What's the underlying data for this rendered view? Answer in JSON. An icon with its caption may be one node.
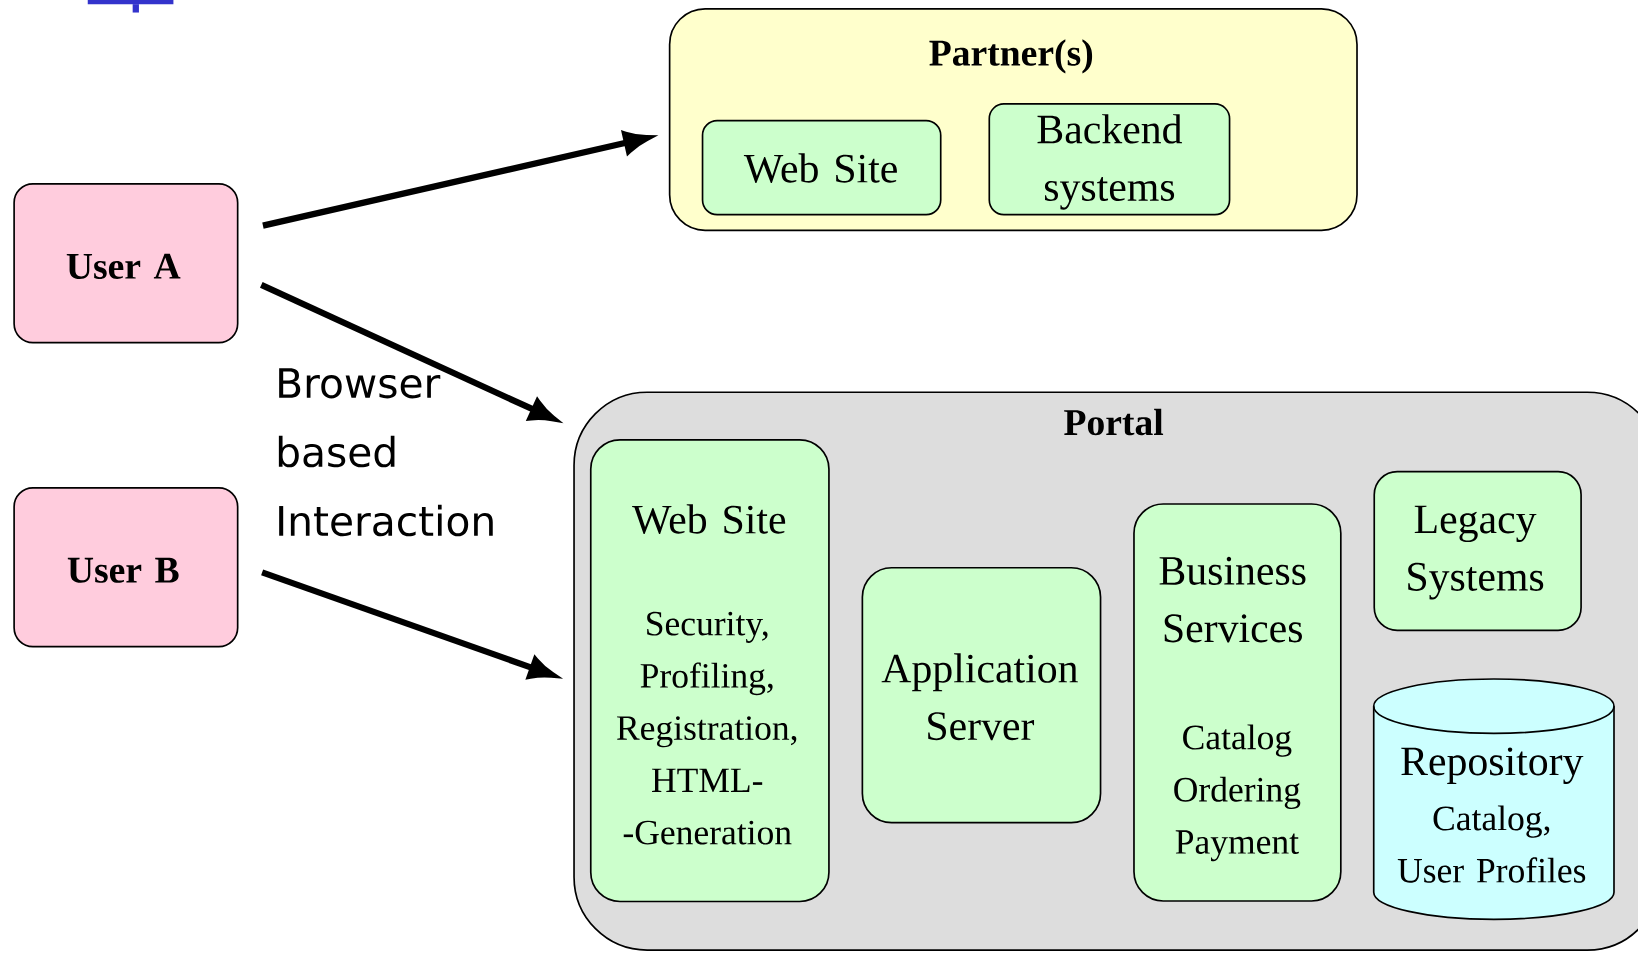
{
  "diagram": {
    "nodes": [
      {
        "text": [
          "User A"
        ]
      },
      {
        "text": [
          "User B"
        ]
      },
      {
        "text": [
          "Partner(s)"
        ]
      },
      {
        "text": [
          "Web Site"
        ],
        "in": 2
      },
      {
        "text": [
          "Backend systems"
        ],
        "in": 2
      },
      {
        "text": [
          "Portal"
        ]
      },
      {
        "text": [
          "Web Site",
          "Security, Profiling, Registration, HTML- -Generation"
        ],
        "in": 5
      },
      {
        "text": [
          "Application Server"
        ],
        "in": 5
      },
      {
        "text": [
          "Business Services",
          "Catalog Ordering Payment"
        ],
        "in": 5
      },
      {
        "text": [
          "Legacy Systems"
        ],
        "in": 5
      },
      {
        "text": [
          "Repository",
          "Catalog, User Profiles"
        ],
        "in": 5
      }
    ],
    "edges": [
      {
        "from": 0,
        "to": 2,
        "arrow": "to"
      },
      {
        "from": 0,
        "to": 5,
        "arrow": "to"
      },
      {
        "from": 1,
        "to": 5,
        "arrow": "to"
      }
    ],
    "labels": [
      "Browser based Interaction"
    ]
  }
}
